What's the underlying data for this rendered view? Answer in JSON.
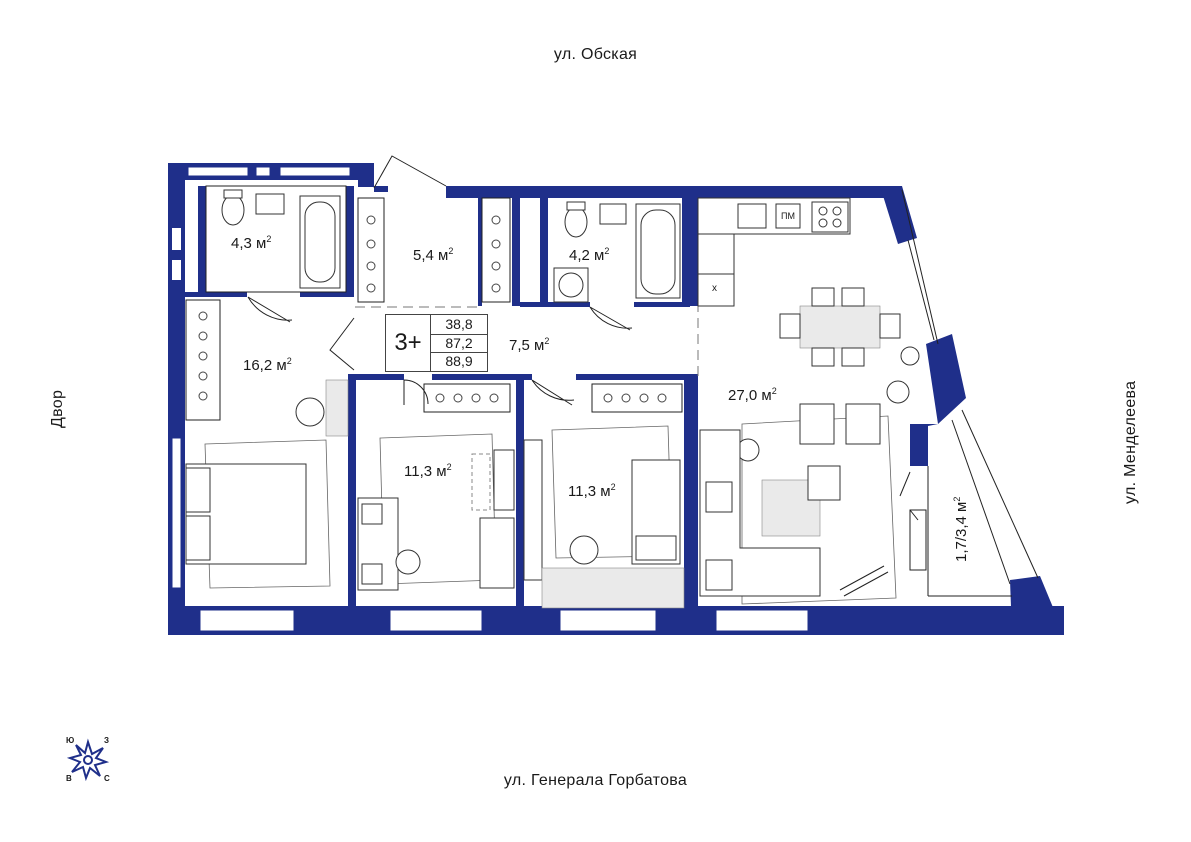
{
  "streets": {
    "top": "ул.  Обская",
    "bottom": "ул.  Генерала Горбатова",
    "left": "Двор",
    "right": "ул. Менделеева"
  },
  "apartment": {
    "rooms": "3+",
    "areas": [
      "38,8",
      "87,2",
      "88,9"
    ]
  },
  "rooms": {
    "bath1": "4,3 м",
    "hall_closet": "5,4 м",
    "bath2": "4,2 м",
    "corridor": "7,5 м",
    "bedroom_master": "16,2 м",
    "bedroom2": "11,3 м",
    "bedroom3": "11,3 м",
    "living": "27,0 м",
    "balcony": "1,7/3,4 м",
    "unit_exp": "2"
  },
  "labels": {
    "stove": "ПМ",
    "dryer": "х"
  },
  "compass": {
    "s": "Ю",
    "w": "З",
    "e": "В",
    "n": "С"
  },
  "colors": {
    "wall": "#1f2f8a"
  }
}
